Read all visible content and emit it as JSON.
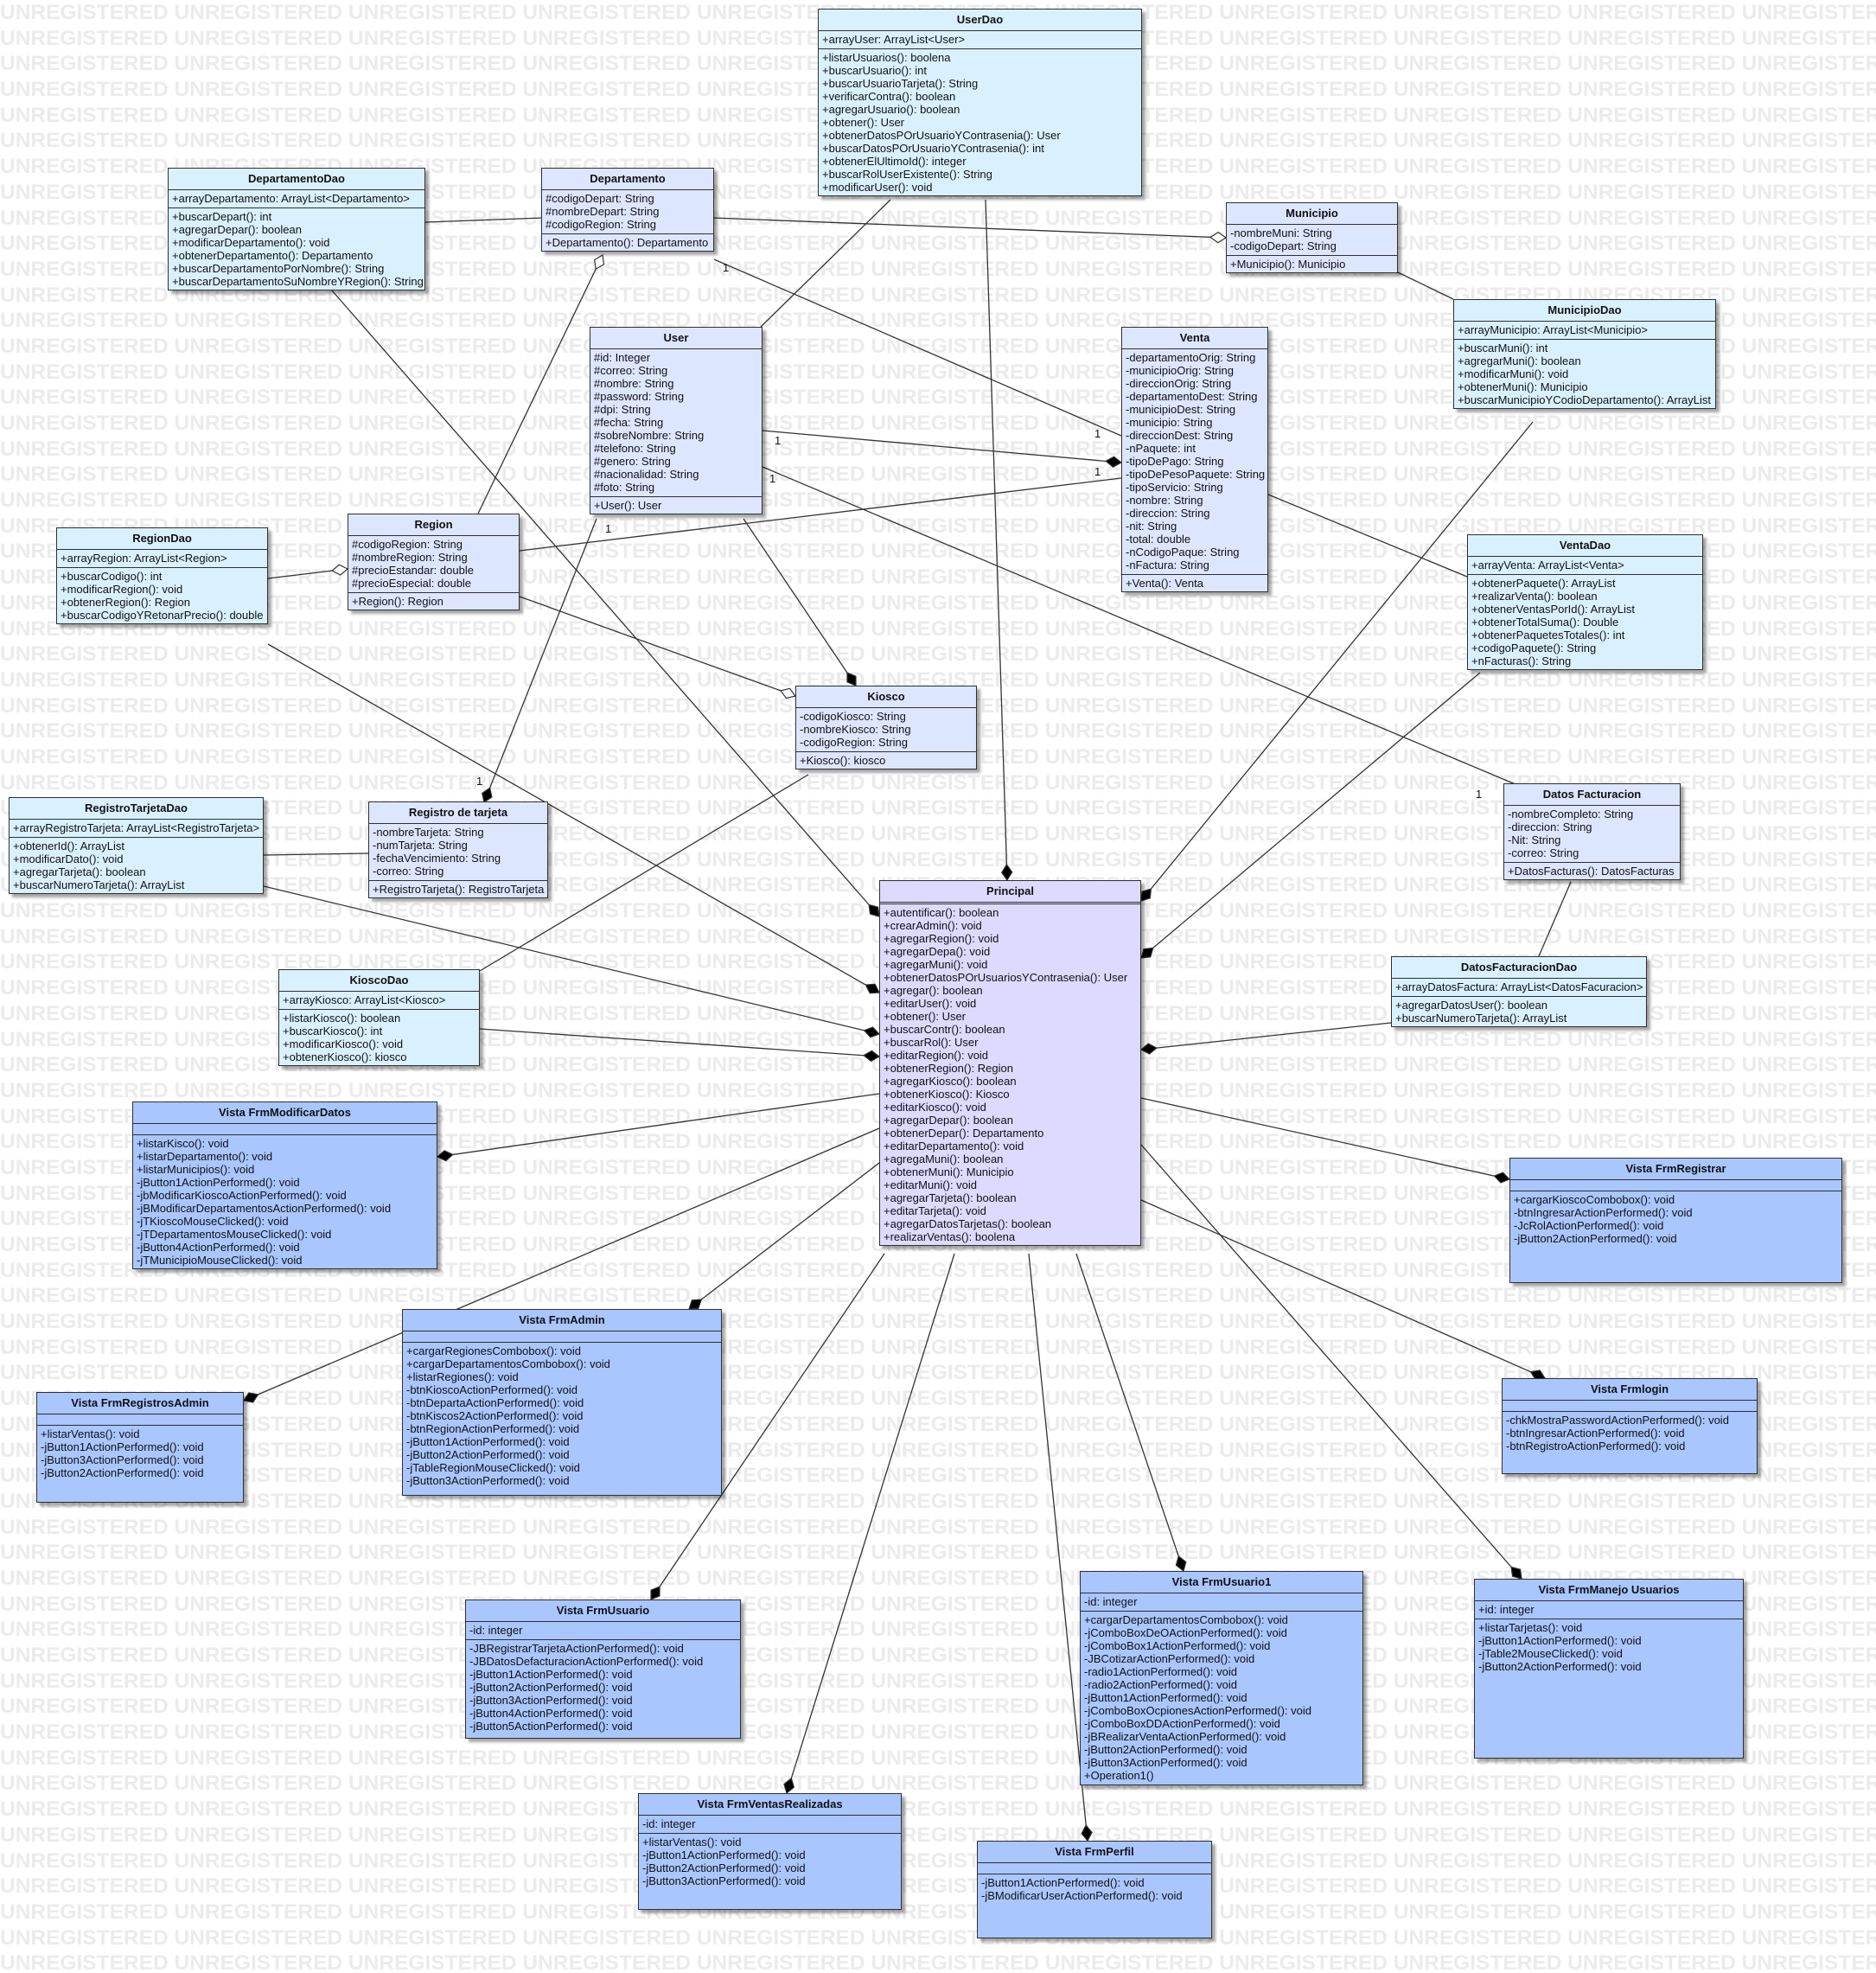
{
  "watermark": "UNREGISTERED",
  "colors": {
    "entity": "#dde6ff",
    "dao": "#d9f1ff",
    "view": "#a9c6ff",
    "main": "#dcdaff",
    "line": "#333333"
  },
  "classes": [
    {
      "id": "userdao",
      "kind": "dao",
      "name": "UserDao",
      "attrs": [
        "+arrayUser: ArrayList<User>"
      ],
      "ops": [
        "+listarUsuarios(): boolena",
        "+buscarUsuario(): int",
        "+buscarUsuarioTarjeta(): String",
        "+verificarContra(): boolean",
        "+agregarUsuario(): boolean",
        "+obtener(): User",
        "+obtenerDatosPOrUsuarioYContrasenia(): User",
        "+buscarDatosPOrUsuarioYContrasenia(): int",
        "+obtenerElUltimoId(): integer",
        "+buscarRolUserExistente(): String",
        "+modificarUser(): void"
      ]
    },
    {
      "id": "departamentodao",
      "kind": "dao",
      "name": "DepartamentoDao",
      "attrs": [
        "+arrayDepartamento: ArrayList<Departamento>"
      ],
      "ops": [
        "+buscarDepart(): int",
        "+agregarDepar(): boolean",
        "+modificarDepartamento(): void",
        "+obtenerDepartamento(): Departamento",
        "+buscarDepartamentoPorNombre(): String",
        "+buscarDepartamentoSuNombreYRegion(): String"
      ]
    },
    {
      "id": "departamento",
      "kind": "entity",
      "name": "Departamento",
      "attrs": [
        "#codigoDepart: String",
        "#nombreDepart: String",
        "#codigoRegion: String"
      ],
      "ops": [
        "+Departamento(): Departamento"
      ]
    },
    {
      "id": "municipio",
      "kind": "entity",
      "name": "Municipio",
      "attrs": [
        "-nombreMuni: String",
        "-codigoDepart: String"
      ],
      "ops": [
        "+Municipio(): Municipio"
      ]
    },
    {
      "id": "municipiodao",
      "kind": "dao",
      "name": "MunicipioDao",
      "attrs": [
        "+arrayMunicipio: ArrayList<Municipio>"
      ],
      "ops": [
        "+buscarMuni(): int",
        "+agregarMuni(): boolean",
        "+modificarMuni(): void",
        "+obtenerMuni(): Municipio",
        "+buscarMunicipioYCodioDepartamento(): ArrayList"
      ]
    },
    {
      "id": "user",
      "kind": "entity",
      "name": "User",
      "attrs": [
        "#id: Integer",
        "#correo: String",
        "#nombre: String",
        "#password: String",
        "#dpi: String",
        "#fecha: String",
        "#sobreNombre: String",
        "#telefono: String",
        "#genero: String",
        "#nacionalidad: String",
        "#foto: String"
      ],
      "ops": [
        "+User(): User"
      ]
    },
    {
      "id": "venta",
      "kind": "entity",
      "name": "Venta",
      "attrs": [
        "-departamentoOrig: String",
        "-municipioOrig: String",
        "-direccionOrig: String",
        "-departamentoDest: String",
        "-municipioDest: String",
        "-municipio: String",
        "-direccionDest: String",
        "-nPaquete: int",
        "-tipoDePago: String",
        "-tipoDePesoPaquete: String",
        "-tipoServicio: String",
        "-nombre: String",
        "-direccion: String",
        "-nit: String",
        "-total: double",
        "-nCodigoPaque: String",
        "-nFactura: String"
      ],
      "ops": [
        "+Venta(): Venta"
      ]
    },
    {
      "id": "regiondao",
      "kind": "dao",
      "name": "RegionDao",
      "attrs": [
        "+arrayRegion: ArrayList<Region>"
      ],
      "ops": [
        "+buscarCodigo(): int",
        "+modificarRegion(): void",
        "+obtenerRegion(): Region",
        "+buscarCodigoYRetonarPrecio(): double"
      ]
    },
    {
      "id": "region",
      "kind": "entity",
      "name": "Region",
      "attrs": [
        "#codigoRegion: String",
        "#nombreRegion: String",
        "#precioEstandar: double",
        "#precioEspecial: double"
      ],
      "ops": [
        "+Region(): Region"
      ]
    },
    {
      "id": "ventadao",
      "kind": "dao",
      "name": "VentaDao",
      "attrs": [
        "+arrayVenta: ArrayList<Venta>"
      ],
      "ops": [
        "+obtenerPaquete(): ArrayList",
        "+realizarVenta(): boolean",
        "+obtenerVentasPorId(): ArrayList",
        "+obtenerTotalSuma(): Double",
        "+obtenerPaquetesTotales(): int",
        "+codigoPaquete(): String",
        "+nFacturas(): String"
      ]
    },
    {
      "id": "kiosco",
      "kind": "entity",
      "name": "Kiosco",
      "attrs": [
        "-codigoKiosco: String",
        "-nombreKiosco: String",
        "-codigoRegion: String"
      ],
      "ops": [
        "+Kiosco(): kiosco"
      ]
    },
    {
      "id": "registrotarjetadao",
      "kind": "dao",
      "name": "RegistroTarjetaDao",
      "attrs": [
        "+arrayRegistroTarjeta: ArrayList<RegistroTarjeta>"
      ],
      "ops": [
        "+obtenerId(): ArrayList",
        "+modificarDato(): void",
        "+agregarTarjeta(): boolean",
        "+buscarNumeroTarjeta(): ArrayList"
      ]
    },
    {
      "id": "registrotarjeta",
      "kind": "entity",
      "name": "Registro de tarjeta",
      "attrs": [
        "-nombreTarjeta: String",
        "-numTarjeta: String",
        "-fechaVencimiento: String",
        "-correo: String"
      ],
      "ops": [
        "+RegistroTarjeta(): RegistroTarjeta"
      ]
    },
    {
      "id": "datosfacturacion",
      "kind": "entity",
      "name": "Datos Facturacion",
      "attrs": [
        "-nombreCompleto: String",
        "-direccion: String",
        "-Nit: String",
        "-correo: String"
      ],
      "ops": [
        "+DatosFacturas(): DatosFacturas"
      ]
    },
    {
      "id": "principal",
      "kind": "main",
      "name": "Principal",
      "attrs": [],
      "ops": [
        "+autentificar(): boolean",
        "+crearAdmin(): void",
        "+agregarRegion(): void",
        "+agregarDepa(): void",
        "+agregarMuni(): void",
        "+obtenerDatosPOrUsuariosYContrasenia(): User",
        "+agregar(): boolean",
        "+editarUser(): void",
        "+obtener(): User",
        "+buscarContr(): boolean",
        "+buscarRol(): User",
        "+editarRegion(): void",
        "+obtenerRegion(): Region",
        "+agregarKiosco(): boolean",
        "+obtenerKiosco(): Kiosco",
        "+editarKiosco(): void",
        "+agregarDepar(): boolean",
        "+obtenerDepar(): Departamento",
        "+editarDepartamento(): void",
        "+agregaMuni(): boolean",
        "+obtenerMuni(): Municipio",
        "+editarMuni(): void",
        "+agregarTarjeta(): boolean",
        "+editarTarjeta(): void",
        "+agregarDatosTarjetas(): boolean",
        "+realizarVentas(): boolena"
      ]
    },
    {
      "id": "datosfacturaciondao",
      "kind": "dao",
      "name": "DatosFacturacionDao",
      "attrs": [
        "+arrayDatosFactura: ArrayList<DatosFacuracion>"
      ],
      "ops": [
        "+agregarDatosUser(): boolean",
        "+buscarNumeroTarjeta(): ArrayList"
      ]
    },
    {
      "id": "kioscodao",
      "kind": "dao",
      "name": "KioscoDao",
      "attrs": [
        "+arrayKiosco: ArrayList<Kiosco>"
      ],
      "ops": [
        "+listarKiosco(): boolean",
        "+buscarKiosco(): int",
        "+modificarKiosco(): void",
        "+obtenerKiosco(): kiosco"
      ]
    },
    {
      "id": "frmmodificardatos",
      "kind": "view",
      "name": "Vista FrmModificarDatos",
      "attrs": [],
      "ops": [
        "+listarKisco(): void",
        "+listarDepartamento(): void",
        "+listarMunicipios(): void",
        "-jButton1ActionPerformed(): void",
        "-jbModificarKioscoActionPerformed(): void",
        "-jBModificarDepartamentosActionPerformed(): void",
        "-jTKioscoMouseClicked(): void",
        "-jTDepartamentosMouseClicked(): void",
        "-jButton4ActionPerformed(): void",
        "-jTMunicipioMouseClicked(): void"
      ]
    },
    {
      "id": "frmregistrar",
      "kind": "view",
      "name": "Vista FrmRegistrar",
      "attrs": [],
      "ops": [
        "+cargarKioscoCombobox(): void",
        "-btnIngresarActionPerformed(): void",
        "-JcRolActionPerformed(): void",
        "-jButton2ActionPerformed(): void"
      ]
    },
    {
      "id": "frmadmin",
      "kind": "view",
      "name": "Vista FrmAdmin",
      "attrs": [],
      "ops": [
        "+cargarRegionesCombobox(): void",
        "+cargarDepartamentosCombobox(): void",
        "+listarRegiones(): void",
        "-btnKioscoActionPerformed(): void",
        "-btnDepartaActionPerformed(): void",
        "-btnKiscos2ActionPerformed(): void",
        "-btnRegionActionPerformed(): void",
        "-jButton1ActionPerformed(): void",
        "-jButton2ActionPerformed(): void",
        "-jTableRegionMouseClicked(): void",
        "-jButton3ActionPerformed(): void"
      ]
    },
    {
      "id": "frmregistrosadmin",
      "kind": "view",
      "name": "Vista FrmRegistrosAdmin",
      "attrs": [],
      "ops": [
        "+listarVentas(): void",
        "-jButton1ActionPerformed(): void",
        "-jButton3ActionPerformed(): void",
        "-jButton2ActionPerformed(): void"
      ]
    },
    {
      "id": "frmlogin",
      "kind": "view",
      "name": "Vista Frmlogin",
      "attrs": [],
      "ops": [
        "-chkMostraPasswordActionPerformed(): void",
        "-btnIngresarActionPerformed(): void",
        "-btnRegistroActionPerformed(): void"
      ]
    },
    {
      "id": "frmusuario1",
      "kind": "view",
      "name": "Vista FrmUsuario1",
      "attrs": [
        "-id: integer"
      ],
      "ops": [
        "+cargarDepartamentosCombobox(): void",
        "-jComboBoxDeOActionPerformed(): void",
        "-jComboBox1ActionPerformed(): void",
        "-JBCotizarActionPerformed(): void",
        "-radio1ActionPerformed(): void",
        "-radio2ActionPerformed(): void",
        "-jButton1ActionPerformed(): void",
        "-jComboBoxOcpionesActionPerformed(): void",
        "-jComboBoxDDActionPerformed(): void",
        "-jBRealizarVentaActionPerformed(): void",
        "-jButton2ActionPerformed(): void",
        "-jButton3ActionPerformed(): void",
        "+Operation1()"
      ]
    },
    {
      "id": "frmmanejousuarios",
      "kind": "view",
      "name": "Vista FrmManejo Usuarios",
      "attrs": [
        "+id: integer"
      ],
      "ops": [
        "+listarTarjetas(): void",
        "-jButton1ActionPerformed(): void",
        "-jTable2MouseClicked(): void",
        "-jButton2ActionPerformed(): void"
      ]
    },
    {
      "id": "frmusuario",
      "kind": "view",
      "name": "Vista FrmUsuario",
      "attrs": [
        "-id: integer"
      ],
      "ops": [
        "-JBRegistrarTarjetaActionPerformed(): void",
        "-JBDatosDefacturacionActionPerformed(): void",
        "-jButton1ActionPerformed(): void",
        "-jButton2ActionPerformed(): void",
        "-jButton3ActionPerformed(): void",
        "-jButton4ActionPerformed(): void",
        "-jButton5ActionPerformed(): void"
      ]
    },
    {
      "id": "frmventasrealizadas",
      "kind": "view",
      "name": "Vista FrmVentasRealizadas",
      "attrs": [
        "-id: integer"
      ],
      "ops": [
        "+listarVentas(): void",
        "-jButton1ActionPerformed(): void",
        "-jButton2ActionPerformed(): void",
        "-jButton3ActionPerformed(): void"
      ]
    },
    {
      "id": "frmperfil",
      "kind": "view",
      "name": "Vista FrmPerfil",
      "attrs": [],
      "ops": [
        "-jButton1ActionPerformed(): void",
        "-jBModificarUserActionPerformed(): void"
      ]
    }
  ],
  "multiplicities": [
    "1",
    "1",
    "1",
    "1",
    "1",
    "1",
    "1",
    "1"
  ],
  "connectors": [
    {
      "from": "departamentodao",
      "to": "departamento",
      "end": "none"
    },
    {
      "from": "userdao",
      "to": "user",
      "end": "none"
    },
    {
      "from": "municipio",
      "to": "municipiodao",
      "end": "none"
    },
    {
      "from": "region",
      "to": "departamento",
      "end": "aggregation"
    },
    {
      "from": "departamento",
      "to": "municipio",
      "end": "aggregation"
    },
    {
      "from": "departamento",
      "to": "venta",
      "end": "none"
    },
    {
      "from": "regiondao",
      "to": "region",
      "end": "aggregation"
    },
    {
      "from": "region",
      "to": "kiosco",
      "end": "aggregation"
    },
    {
      "from": "region",
      "to": "venta",
      "end": "none"
    },
    {
      "from": "user",
      "to": "venta",
      "end": "composition"
    },
    {
      "from": "user",
      "to": "kiosco",
      "end": "composition"
    },
    {
      "from": "user",
      "to": "datosfacturacion",
      "end": "composition"
    },
    {
      "from": "user",
      "to": "registrotarjeta",
      "end": "composition"
    },
    {
      "from": "venta",
      "to": "ventadao",
      "end": "none"
    },
    {
      "from": "registrotarjetadao",
      "to": "registrotarjeta",
      "end": "none"
    },
    {
      "from": "kiosco",
      "to": "kioscodao",
      "end": "none"
    },
    {
      "from": "datosfacturacion",
      "to": "datosfacturaciondao",
      "end": "none"
    },
    {
      "from": "userdao",
      "to": "principal",
      "end": "composition"
    },
    {
      "from": "departamentodao",
      "to": "principal",
      "end": "composition"
    },
    {
      "from": "municipiodao",
      "to": "principal",
      "end": "composition"
    },
    {
      "from": "ventadao",
      "to": "principal",
      "end": "composition"
    },
    {
      "from": "regiondao",
      "to": "principal",
      "end": "composition"
    },
    {
      "from": "registrotarjetadao",
      "to": "principal",
      "end": "composition"
    },
    {
      "from": "kioscodao",
      "to": "principal",
      "end": "composition"
    },
    {
      "from": "datosfacturaciondao",
      "to": "principal",
      "end": "composition"
    },
    {
      "from": "principal",
      "to": "frmmodificardatos",
      "end": "composition"
    },
    {
      "from": "principal",
      "to": "frmregistrar",
      "end": "composition"
    },
    {
      "from": "principal",
      "to": "frmadmin",
      "end": "composition"
    },
    {
      "from": "principal",
      "to": "frmregistrosadmin",
      "end": "composition"
    },
    {
      "from": "principal",
      "to": "frmlogin",
      "end": "composition"
    },
    {
      "from": "principal",
      "to": "frmusuario1",
      "end": "composition"
    },
    {
      "from": "principal",
      "to": "frmmanejousuarios",
      "end": "composition"
    },
    {
      "from": "principal",
      "to": "frmusuario",
      "end": "composition"
    },
    {
      "from": "principal",
      "to": "frmventasrealizadas",
      "end": "composition"
    },
    {
      "from": "principal",
      "to": "frmperfil",
      "end": "composition"
    }
  ]
}
